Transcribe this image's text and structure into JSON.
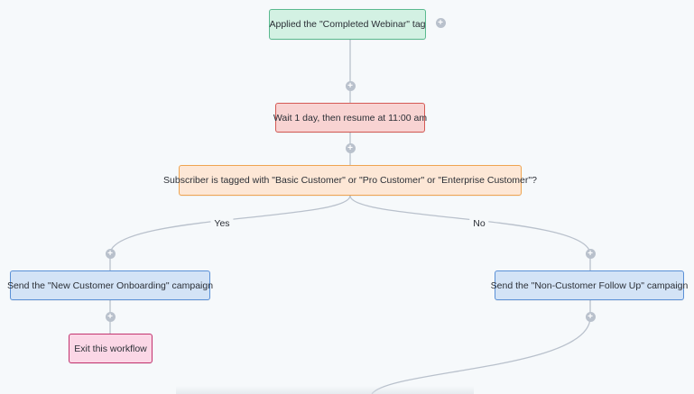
{
  "workflow": {
    "nodes": {
      "trigger": {
        "label": "Applied the \"Completed Webinar\" tag",
        "type": "trigger"
      },
      "wait": {
        "label": "Wait 1 day, then resume at 11:00 am",
        "type": "delay"
      },
      "condition": {
        "label": "Subscriber is tagged with \"Basic Customer\" or \"Pro Customer\" or \"Enterprise Customer\"?",
        "type": "condition"
      },
      "yes_action": {
        "label": "Send the \"New Customer Onboarding\" campaign",
        "type": "action"
      },
      "no_action": {
        "label": "Send the \"Non-Customer Follow Up\" campaign",
        "type": "action"
      },
      "exit": {
        "label": "Exit this workflow",
        "type": "exit"
      }
    },
    "branches": {
      "yes": "Yes",
      "no": "No"
    },
    "add_step_symbol": "+"
  },
  "colors": {
    "background": "#f6f9fb",
    "connector": "#b9c1cc",
    "trigger": "#5ab98f",
    "delay": "#d45a55",
    "condition": "#efa451",
    "action": "#5a90d6",
    "exit": "#c3336f"
  },
  "icons": {
    "add_step": "plus-circle-icon"
  }
}
